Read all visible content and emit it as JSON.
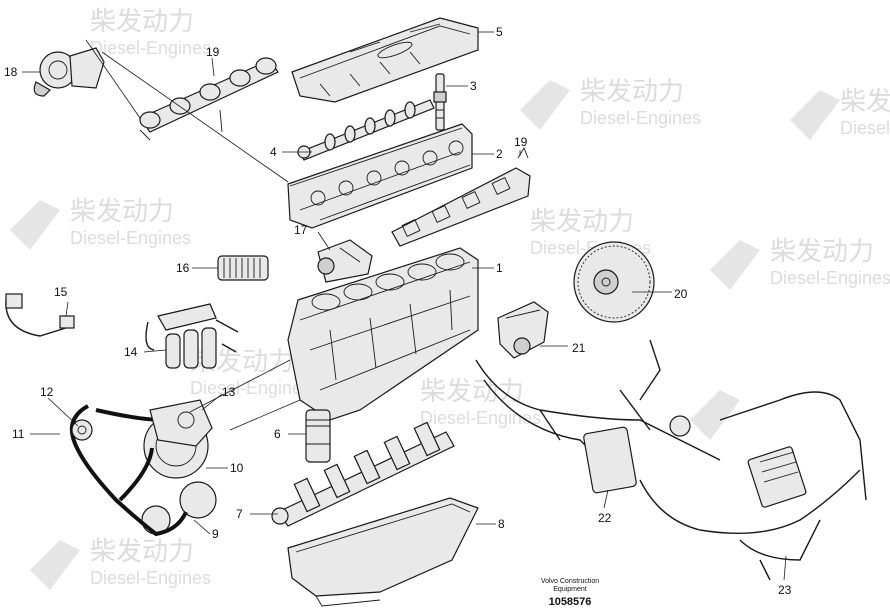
{
  "watermark": {
    "cn": "柴发动力",
    "en": "Diesel-Engines"
  },
  "callouts": {
    "p1": "1",
    "p2": "2",
    "p3": "3",
    "p4": "4",
    "p5": "5",
    "p6": "6",
    "p7": "7",
    "p8": "8",
    "p9": "9",
    "p10": "10",
    "p11": "11",
    "p12": "12",
    "p13": "13",
    "p14": "14",
    "p15": "15",
    "p16": "16",
    "p17": "17",
    "p18": "18",
    "p19a": "19",
    "p19b": "19",
    "p20": "20",
    "p21": "21",
    "p22": "22",
    "p23": "23"
  },
  "footer": {
    "line1": "Volvo Construction",
    "line2": "Equipment",
    "drawing_id": "1058576"
  },
  "colors": {
    "line": "#1a1a1a",
    "fill": "#e9e9e9",
    "watermark": "#d9d9d9"
  }
}
